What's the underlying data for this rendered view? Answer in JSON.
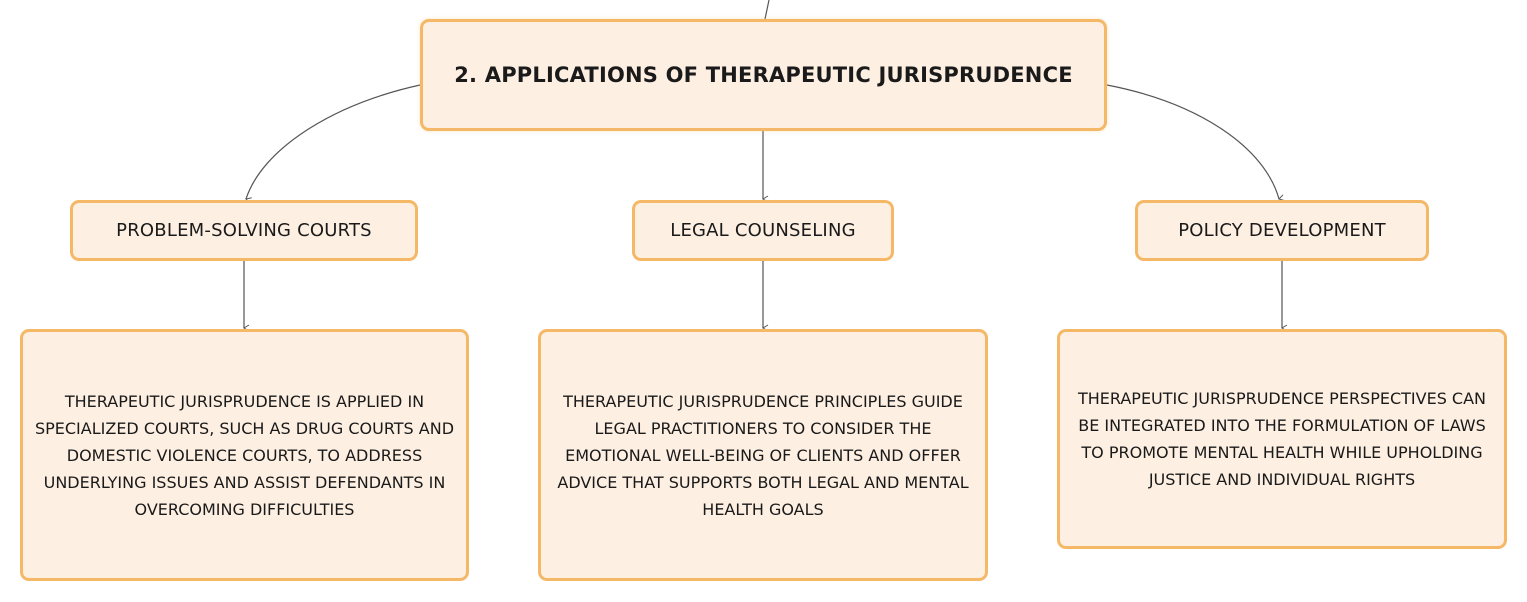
{
  "mindmap": {
    "root": {
      "label": "2. APPLICATIONS OF THERAPEUTIC JURISPRUDENCE"
    },
    "branches": [
      {
        "label": "PROBLEM-SOLVING COURTS",
        "description": "THERAPEUTIC JURISPRUDENCE IS APPLIED IN SPECIALIZED COURTS, SUCH AS DRUG COURTS AND DOMESTIC VIOLENCE COURTS, TO ADDRESS UNDERLYING ISSUES AND ASSIST DEFENDANTS IN OVERCOMING DIFFICULTIES"
      },
      {
        "label": "LEGAL COUNSELING",
        "description": "THERAPEUTIC JURISPRUDENCE PRINCIPLES GUIDE LEGAL PRACTITIONERS TO CONSIDER THE EMOTIONAL WELL-BEING OF CLIENTS AND OFFER ADVICE THAT SUPPORTS BOTH LEGAL AND MENTAL HEALTH GOALS"
      },
      {
        "label": "POLICY DEVELOPMENT",
        "description": "THERAPEUTIC JURISPRUDENCE PERSPECTIVES CAN BE INTEGRATED INTO THE FORMULATION OF LAWS TO PROMOTE MENTAL HEALTH WHILE UPHOLDING JUSTICE AND INDIVIDUAL RIGHTS"
      }
    ],
    "colors": {
      "node_fill": "#fdefe2",
      "node_border": "#f4b867",
      "connector": "#555555",
      "text": "#1a1a1a"
    }
  }
}
